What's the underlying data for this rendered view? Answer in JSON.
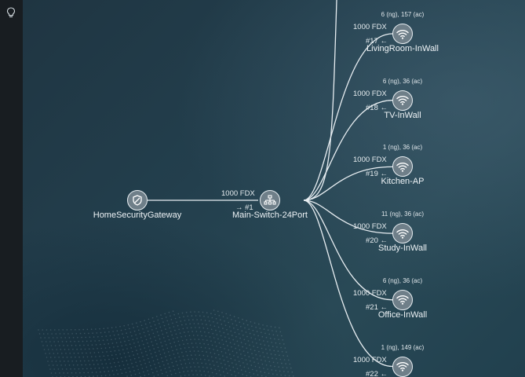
{
  "sidebar": {
    "icon": "lightbulb-icon"
  },
  "gateway": {
    "name": "HomeSecurityGateway",
    "icon": "shield-icon"
  },
  "switch": {
    "name": "Main-Switch-24Port",
    "icon": "network-switch-icon",
    "link_speed": "1000 FDX",
    "port": "→ #1"
  },
  "access_points": [
    {
      "name": "LivingRoom-InWall",
      "clients": "6 (ng), 157 (ac)",
      "speed": "1000 FDX",
      "port": "#17 ←"
    },
    {
      "name": "TV-InWall",
      "clients": "6 (ng), 36 (ac)",
      "speed": "1000 FDX",
      "port": "#18 ←"
    },
    {
      "name": "Kitchen-AP",
      "clients": "1 (ng), 36 (ac)",
      "speed": "1000 FDX",
      "port": "#19 ←"
    },
    {
      "name": "Study-InWall",
      "clients": "11 (ng), 36 (ac)",
      "speed": "1000 FDX",
      "port": "#20 ←"
    },
    {
      "name": "Office-InWall",
      "clients": "6 (ng), 36 (ac)",
      "speed": "1000 FDX",
      "port": "#21 ←"
    },
    {
      "name": "",
      "clients": "1 (ng), 149 (ac)",
      "speed": "1000 FDX",
      "port": "#22 ←"
    }
  ],
  "colors": {
    "link": "#e8eef2",
    "node_fill": "#6f7f89",
    "sidebar": "#181d21"
  }
}
